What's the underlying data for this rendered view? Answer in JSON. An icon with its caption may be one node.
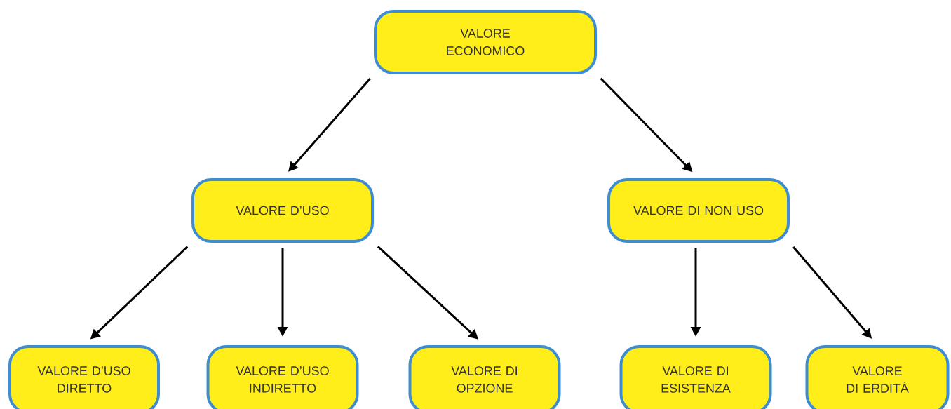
{
  "diagram": {
    "nodes": [
      {
        "text": [
          "VALORE ECONOMICO"
        ]
      },
      {
        "text": [
          "VALORE D’USO"
        ]
      },
      {
        "text": [
          "VALORE DI NON USO"
        ]
      },
      {
        "text": [
          "VALORE D’USO DIRETTO"
        ]
      },
      {
        "text": [
          "VALORE D’USO INDIRETTO"
        ]
      },
      {
        "text": [
          "VALORE DI OPZIONE"
        ]
      },
      {
        "text": [
          "VALORE DI ESISTENZA"
        ]
      },
      {
        "text": [
          "VALORE DI ERDITÀ"
        ]
      }
    ],
    "edges": [
      {
        "from": 0,
        "to": 1,
        "arrow": "to"
      },
      {
        "from": 0,
        "to": 2,
        "arrow": "to"
      },
      {
        "from": 1,
        "to": 3,
        "arrow": "to"
      },
      {
        "from": 1,
        "to": 4,
        "arrow": "to"
      },
      {
        "from": 1,
        "to": 5,
        "arrow": "to"
      },
      {
        "from": 2,
        "to": 6,
        "arrow": "to"
      },
      {
        "from": 2,
        "to": 7,
        "arrow": "to"
      }
    ]
  }
}
